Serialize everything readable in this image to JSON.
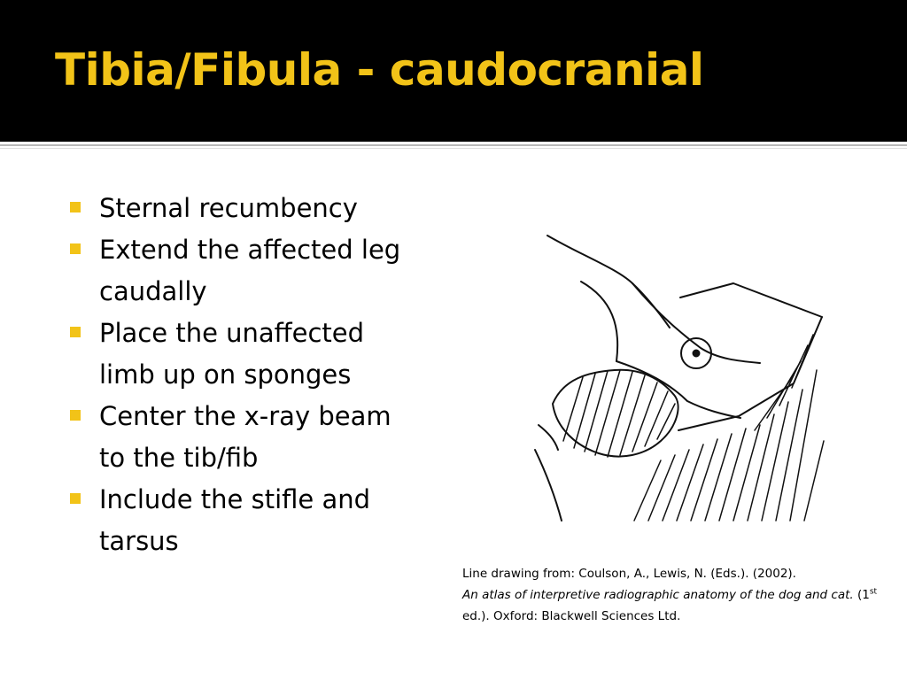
{
  "slide": {
    "title": "Tibia/Fibula - caudocranial",
    "accent_color": "#f2c318",
    "title_bar_color": "#000000"
  },
  "bullets": [
    {
      "lines": [
        "Sternal recumbency"
      ]
    },
    {
      "lines": [
        "Extend the affected leg",
        "caudally"
      ]
    },
    {
      "lines": [
        "Place the unaffected",
        "limb up on sponges"
      ]
    },
    {
      "lines": [
        "Center the x-ray beam",
        "to the tib/fib"
      ]
    },
    {
      "lines": [
        "Include the stifle and",
        "tarsus"
      ]
    }
  ],
  "caption": {
    "line1": "Line drawing from: Coulson, A., Lewis, N. (Eds.). (2002).",
    "italic": "An atlas of interpretive radiographic anatomy of the dog and cat.",
    "edition_prefix": " (1",
    "edition_sup": "st",
    "rest": " ed.). Oxford: Blackwell Sciences Ltd."
  }
}
